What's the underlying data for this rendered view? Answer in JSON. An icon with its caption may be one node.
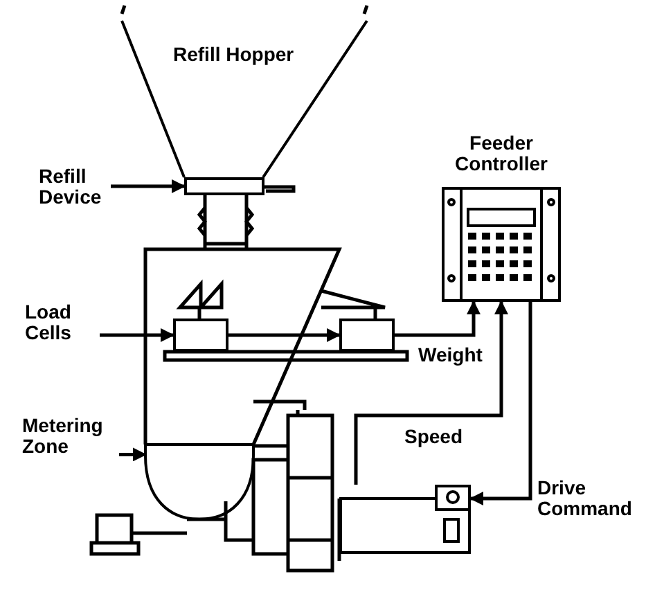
{
  "diagram": {
    "nodes": [
      {
        "text": [
          "Refill Hopper"
        ]
      },
      {
        "text": [
          "Refill Device"
        ]
      },
      {
        "text": [],
        "shape": "box"
      },
      {
        "text": [
          "Load Cells"
        ]
      },
      {
        "text": [],
        "shape": "box"
      },
      {
        "text": [],
        "shape": "box"
      },
      {
        "text": [
          "Metering Zone"
        ]
      },
      {
        "text": [],
        "shape": "picture"
      },
      {
        "text": [
          "Feeder Controller"
        ]
      },
      {
        "text": [],
        "shape": "picture"
      }
    ],
    "edges": [
      {
        "from": 1,
        "to": 2,
        "arrow": "to"
      },
      {
        "from": 3,
        "to": 4,
        "arrow": "to"
      },
      {
        "from": 4,
        "to": 5,
        "arrow": "to"
      },
      {
        "from": 5,
        "to": 8,
        "arrow": "to",
        "label": "Weight"
      },
      {
        "from": 6,
        "to": 7,
        "arrow": "to"
      },
      {
        "from": 9,
        "to": 8,
        "arrow": "to",
        "label": "Speed"
      },
      {
        "from": 8,
        "to": 9,
        "arrow": "to",
        "label": "Drive Command"
      }
    ]
  }
}
